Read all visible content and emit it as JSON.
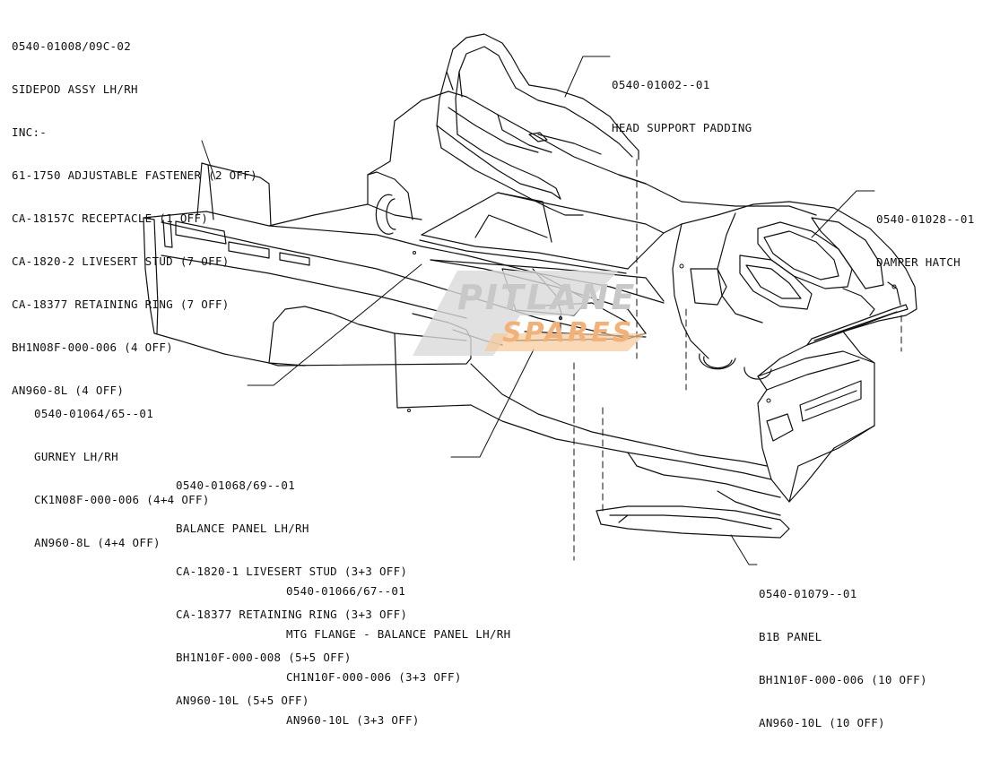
{
  "labels": {
    "sidepod": [
      "0540-01008/09C-02",
      "SIDEPOD ASSY LH/RH",
      "INC:-",
      "61-1750 ADJUSTABLE FASTENER (2 OFF)",
      "CA-18157C RECEPTACLE (1 OFF)",
      "CA-1820-2 LIVESERT STUD (7 OFF)",
      "CA-18377 RETAINING RING (7 OFF)",
      "BH1N08F-000-006 (4 OFF)",
      "AN960-8L (4 OFF)"
    ],
    "head_support": [
      "0540-01002--01",
      "HEAD SUPPORT PADDING"
    ],
    "damper_hatch": [
      "0540-01028--01",
      "DAMPER HATCH"
    ],
    "gurney": [
      "0540-01064/65--01",
      "GURNEY LH/RH",
      "CK1N08F-000-006 (4+4 OFF)",
      "AN960-8L (4+4 OFF)"
    ],
    "balance_panel": [
      "0540-01068/69--01",
      "BALANCE PANEL LH/RH",
      "CA-1820-1 LIVESERT STUD (3+3 OFF)",
      "CA-18377 RETAINING RING (3+3 OFF)",
      "BH1N10F-000-008 (5+5 OFF)",
      "AN960-10L (5+5 OFF)"
    ],
    "mtg_flange": [
      "0540-01066/67--01",
      "MTG FLANGE - BALANCE PANEL LH/RH",
      "CH1N10F-000-006 (3+3 OFF)",
      "AN960-10L (3+3 OFF)"
    ],
    "b1b_panel": [
      "0540-01079--01",
      "B1B PANEL",
      "BH1N10F-000-006 (10 OFF)",
      "AN960-10L (10 OFF)"
    ]
  },
  "watermark": {
    "line1": "PITLANE",
    "line2": "SPARES"
  },
  "colors": {
    "ink": "#111111",
    "watermark_grey": "#d9d9d9",
    "watermark_orange": "#f6c99a"
  }
}
